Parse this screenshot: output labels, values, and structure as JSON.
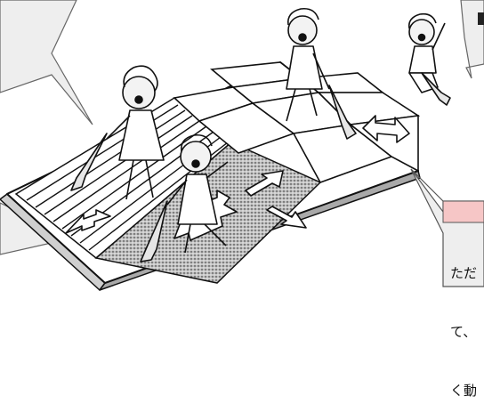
{
  "illustration": {
    "description_icon": "woman-vacuuming-icon",
    "floor_types": [
      "wood-floor",
      "carpet",
      "tatami-or-tile"
    ],
    "colors": {
      "ink": "#111111",
      "callout_fill": "#eeeeee",
      "callout_header": "#f6c6c6",
      "carpet_tone": "#bdbdbd"
    }
  },
  "callout_note": {
    "lines": [
      "ただ",
      "て、",
      "く動"
    ]
  }
}
